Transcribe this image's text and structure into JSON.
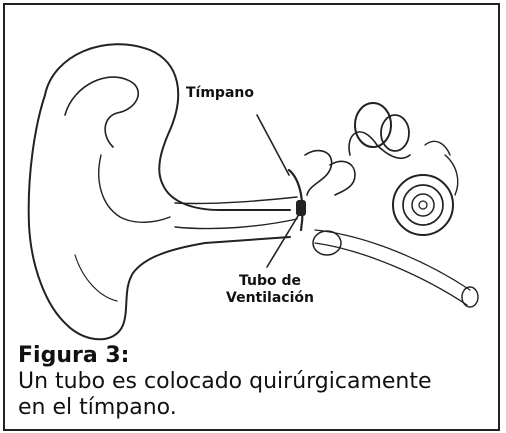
{
  "figure": {
    "labels": {
      "tympanum": "Tímpano",
      "tube_line1": "Tubo de",
      "tube_line2": "Ventilación"
    },
    "caption": {
      "title": "Figura 3:",
      "text_line1": "Un tubo es colocado quirúrgicamente",
      "text_line2": "en el tímpano."
    },
    "colors": {
      "border": "#222222",
      "ink": "#111111"
    }
  }
}
